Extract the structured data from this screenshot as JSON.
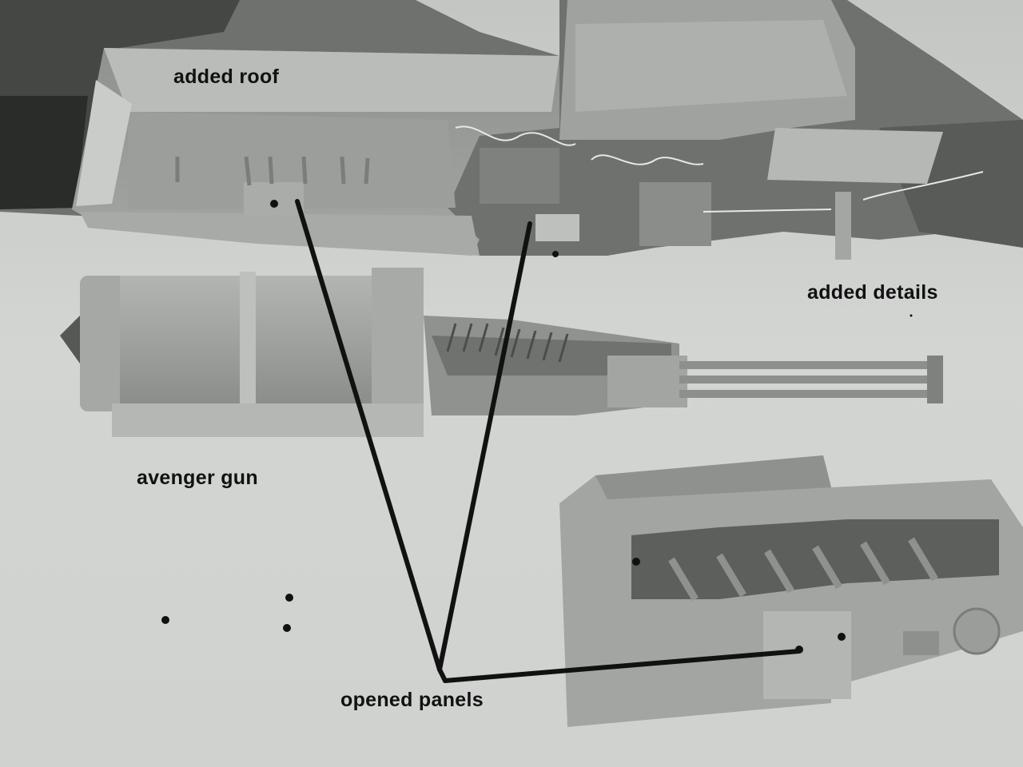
{
  "annotations": {
    "added_roof": "added roof",
    "added_details": "added details",
    "avenger_gun": "avenger gun",
    "opened_panels": "opened panels"
  },
  "colors": {
    "background": "#cfd1cf",
    "model_grey": "#9da09d",
    "pointer_line": "#111111",
    "label_text": "#111111"
  }
}
